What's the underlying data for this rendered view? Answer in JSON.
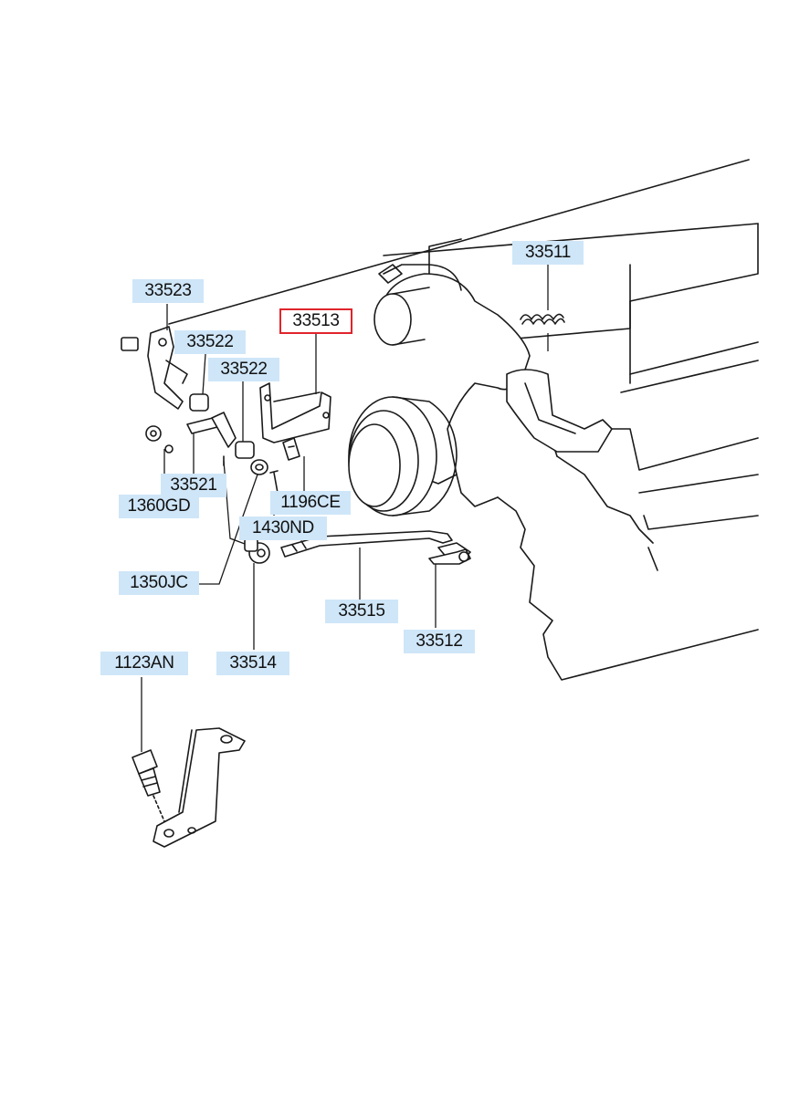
{
  "parts": [
    {
      "id": "33523",
      "label": "33523",
      "selected": false
    },
    {
      "id": "33522a",
      "label": "33522",
      "selected": false
    },
    {
      "id": "33522b",
      "label": "33522",
      "selected": false
    },
    {
      "id": "33513",
      "label": "33513",
      "selected": true
    },
    {
      "id": "33511",
      "label": "33511",
      "selected": false
    },
    {
      "id": "33521",
      "label": "33521",
      "selected": false
    },
    {
      "id": "1360GD",
      "label": "1360GD",
      "selected": false
    },
    {
      "id": "1196CE",
      "label": "1196CE",
      "selected": false
    },
    {
      "id": "1430ND",
      "label": "1430ND",
      "selected": false
    },
    {
      "id": "1350JC",
      "label": "1350JC",
      "selected": false
    },
    {
      "id": "33515",
      "label": "33515",
      "selected": false
    },
    {
      "id": "33512",
      "label": "33512",
      "selected": false
    },
    {
      "id": "33514",
      "label": "33514",
      "selected": false
    },
    {
      "id": "1123AN",
      "label": "1123AN",
      "selected": false
    }
  ],
  "colors": {
    "label_bg": "#cfe6f8",
    "selected_border": "#e0242c"
  }
}
